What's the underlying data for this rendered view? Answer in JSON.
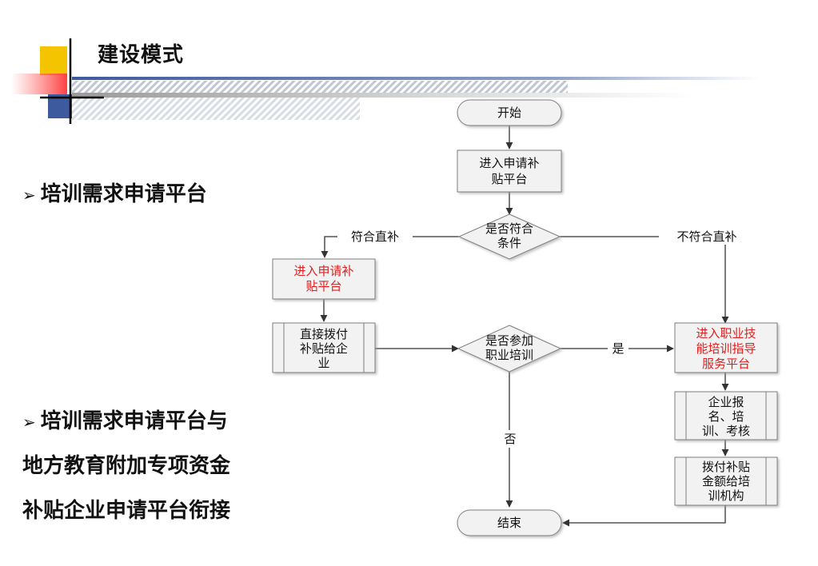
{
  "header": {
    "title": "建设模式"
  },
  "left": {
    "bullet1": "培训需求申请平台",
    "bullet2_lines": [
      "培训需求申请平台与",
      "地方教育附加专项资金",
      "补贴企业申请平台衔接"
    ]
  },
  "flow": {
    "start": "开始",
    "apply1": [
      "进入申请补",
      "贴平台"
    ],
    "decision1": [
      "是否符合",
      "条件"
    ],
    "edge_meet": "符合直补",
    "edge_not_meet": "不符合直补",
    "apply2": [
      "进入申请补",
      "贴平台"
    ],
    "pay_company": [
      "直接拨付",
      "补贴给企",
      "业"
    ],
    "decision2": [
      "是否参加",
      "职业培训"
    ],
    "edge_yes": "是",
    "edge_no": "否",
    "guide_platform": [
      "进入职业技",
      "能培训指导",
      "服务平台"
    ],
    "enroll": [
      "企业报",
      "名、培",
      "训、考核"
    ],
    "pay_institution": [
      "拨付补贴",
      "金额给培",
      "训机构"
    ],
    "end": "结束"
  },
  "colors": {
    "accent_red": "#e02020",
    "node_fill": "#f2f2f2",
    "node_stroke": "#7f7f7f"
  }
}
